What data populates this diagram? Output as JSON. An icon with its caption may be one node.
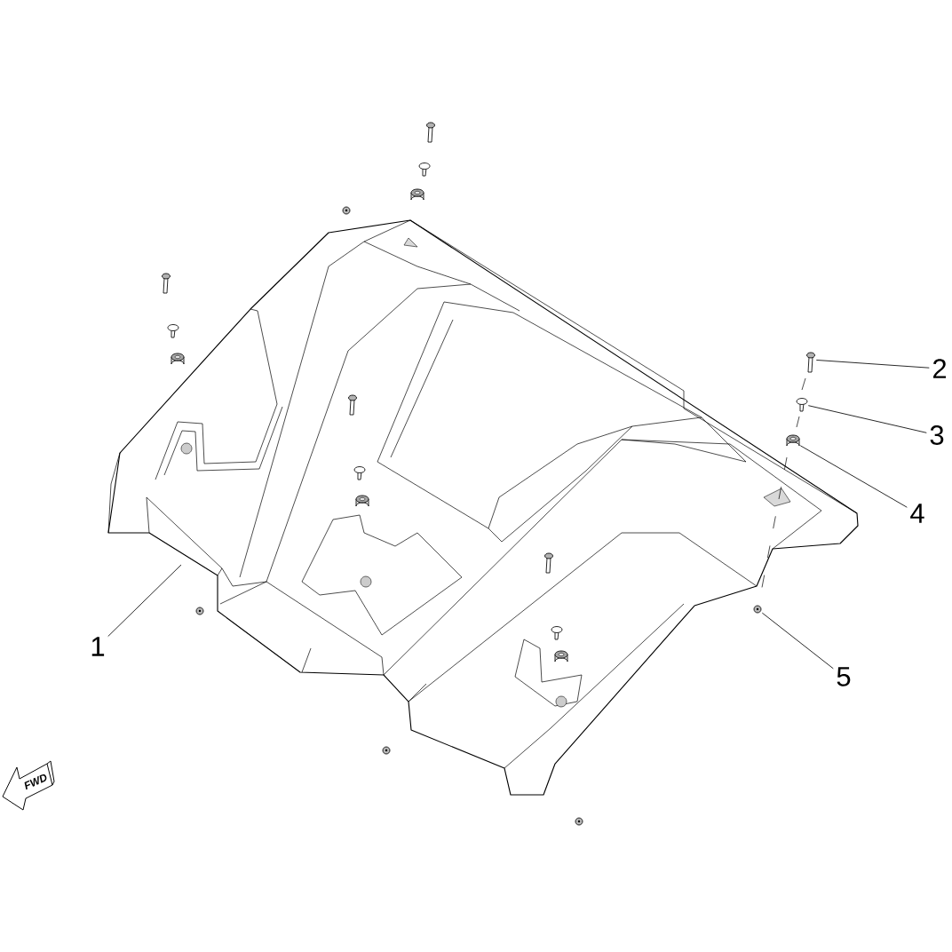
{
  "diagram": {
    "nodes": [
      {
        "text": [
          "1"
        ]
      },
      {
        "text": [
          "2"
        ]
      },
      {
        "text": [
          "3"
        ]
      },
      {
        "text": [
          "4"
        ]
      },
      {
        "text": [
          "5"
        ]
      },
      {
        "text": [],
        "shape": "picture"
      },
      {
        "text": [],
        "shape": "picture"
      },
      {
        "text": [],
        "shape": "picture"
      },
      {
        "text": [],
        "shape": "picture"
      },
      {
        "text": [],
        "shape": "picture"
      }
    ],
    "edges": [
      {
        "from": 0,
        "to": 5,
        "arrow": "none"
      },
      {
        "from": 1,
        "to": 6,
        "arrow": "none"
      },
      {
        "from": 2,
        "to": 7,
        "arrow": "none"
      },
      {
        "from": 3,
        "to": 8,
        "arrow": "none"
      },
      {
        "from": 4,
        "to": 9,
        "arrow": "none"
      }
    ],
    "labels": [
      "FWD"
    ]
  }
}
